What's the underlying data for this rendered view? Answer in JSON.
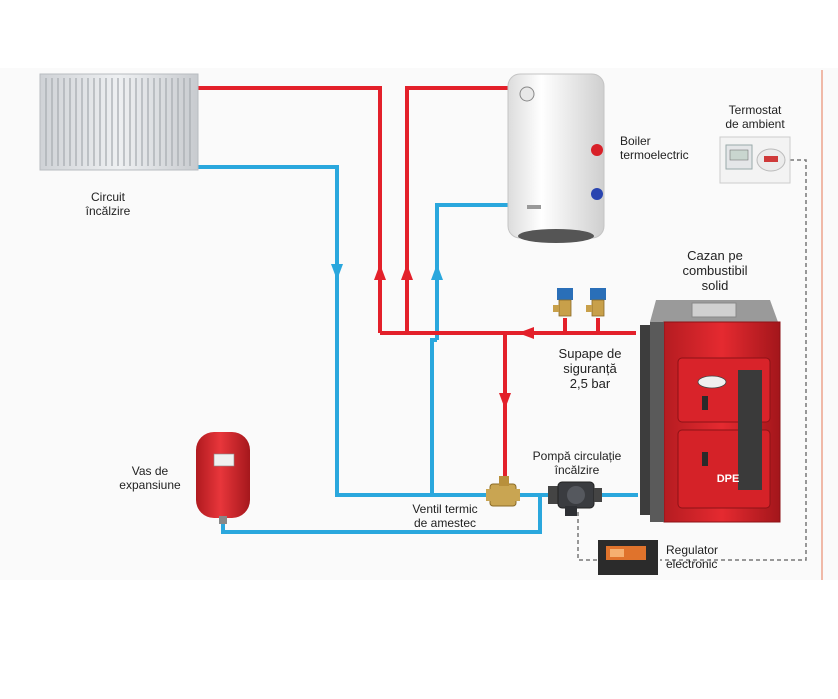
{
  "labels": {
    "circuit": [
      "Circuit",
      "încălzire"
    ],
    "boiler": [
      "Boiler",
      "termoelectric"
    ],
    "thermostat": [
      "Termostat",
      "de ambient"
    ],
    "cazan": [
      "Cazan pe",
      "combustibil",
      "solid"
    ],
    "supape": [
      "Supape de",
      "siguranță",
      "2,5 bar"
    ],
    "pompa": [
      "Pompă circulație",
      "încălzire"
    ],
    "vas": [
      "Vas de",
      "expansiune"
    ],
    "ventil": [
      "Ventil termic",
      "de amestec"
    ],
    "regulator": [
      "Regulator",
      "electronic"
    ]
  },
  "boiler_logo": "DPE",
  "colors": {
    "hot_pipe": "#e3202a",
    "cold_pipe": "#2aa7dd",
    "boiler_body": "#d8262b",
    "control_wire": "#777777"
  }
}
